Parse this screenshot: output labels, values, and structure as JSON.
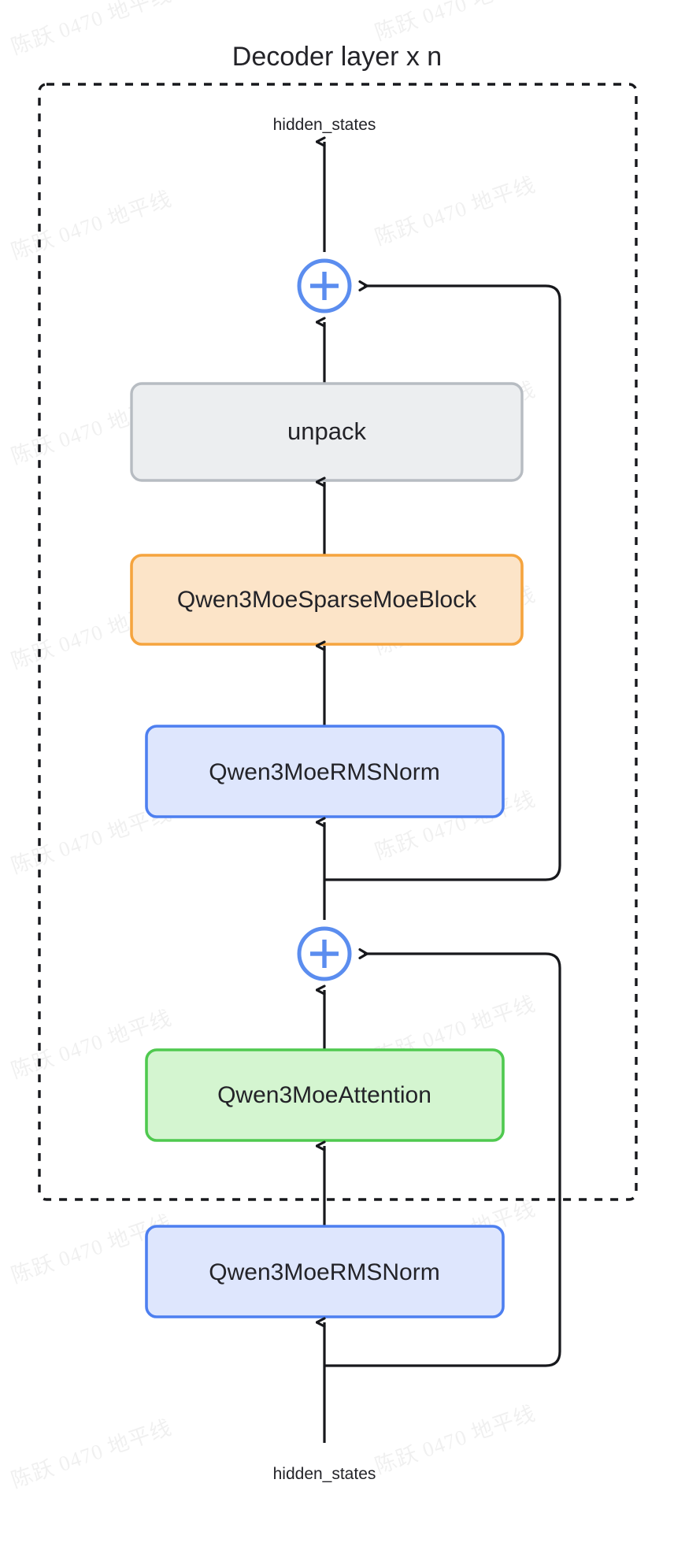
{
  "title": "Decoder layer x n",
  "watermark": {
    "text": "陈跃 0470 地平线"
  },
  "io": {
    "output_label": "hidden_states",
    "input_label": "hidden_states"
  },
  "operators": {
    "add_symbol": "+",
    "add_top_name": "residual-add-mlp",
    "add_bottom_name": "residual-add-attention"
  },
  "blocks": [
    {
      "id": "unpack",
      "label": "unpack",
      "fill": "#ECEEF0",
      "stroke": "#B7BCC2",
      "text_color": "#232328"
    },
    {
      "id": "sparse-moe-block",
      "label": "Qwen3MoeSparseMoeBlock",
      "fill": "#FCE4C8",
      "stroke": "#F5A43E",
      "text_color": "#232328"
    },
    {
      "id": "rmsnorm-post-attention",
      "label": "Qwen3MoeRMSNorm",
      "fill": "#DEE6FD",
      "stroke": "#4D7FF0",
      "text_color": "#232328"
    },
    {
      "id": "attention",
      "label": "Qwen3MoeAttention",
      "fill": "#D4F5D0",
      "stroke": "#4FC94F",
      "text_color": "#232328"
    },
    {
      "id": "rmsnorm-input",
      "label": "Qwen3MoeRMSNorm",
      "fill": "#DEE6FD",
      "stroke": "#4D7FF0",
      "text_color": "#232328"
    }
  ],
  "colors": {
    "edge": "#17181C",
    "container_border": "#17181C",
    "operator": "#5B8DEF",
    "background": "#FFFFFF"
  },
  "flow": {
    "description": "bottom hidden_states -> Qwen3MoeRMSNorm -> Qwen3MoeAttention -> (+) -> Qwen3MoeRMSNorm -> Qwen3MoeSparseMoeBlock -> unpack -> (+) -> top hidden_states; two residual skip connections route right and feed each (+)"
  }
}
